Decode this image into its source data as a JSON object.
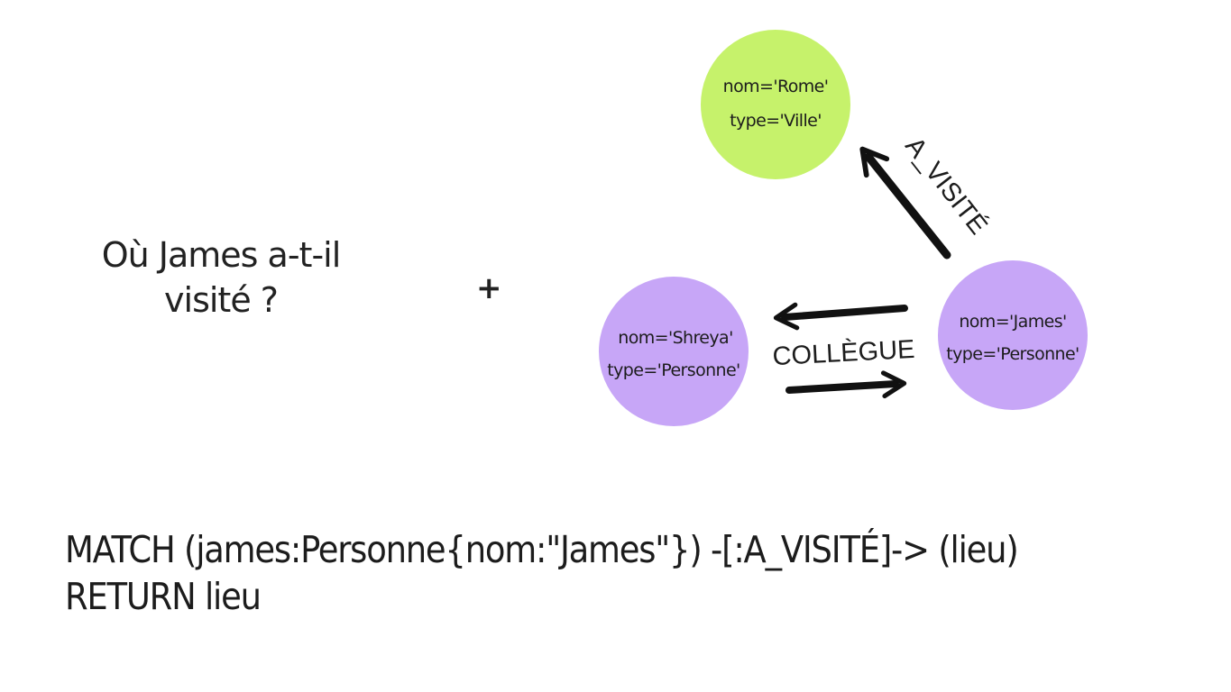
{
  "question": {
    "line1": "Où James a-t-il",
    "line2": "visité ?"
  },
  "plus_sign": "+",
  "graph": {
    "nodes": {
      "rome": {
        "prop1": "nom='Rome'",
        "prop2": "type='Ville'",
        "color": "#c6f26b"
      },
      "james": {
        "prop1": "nom='James'",
        "prop2": "type='Personne'",
        "color": "#c7a6f7"
      },
      "shreya": {
        "prop1": "nom='Shreya'",
        "prop2": "type='Personne'",
        "color": "#c7a6f7"
      }
    },
    "edges": {
      "visited": {
        "label": "A_VISITÉ"
      },
      "colleague": {
        "label": "COLLÈGUE"
      }
    }
  },
  "query": {
    "line1": "MATCH (james:Personne{nom:\"James\"}) -[:A_VISITÉ]-> (lieu)",
    "line2": "RETURN lieu"
  }
}
